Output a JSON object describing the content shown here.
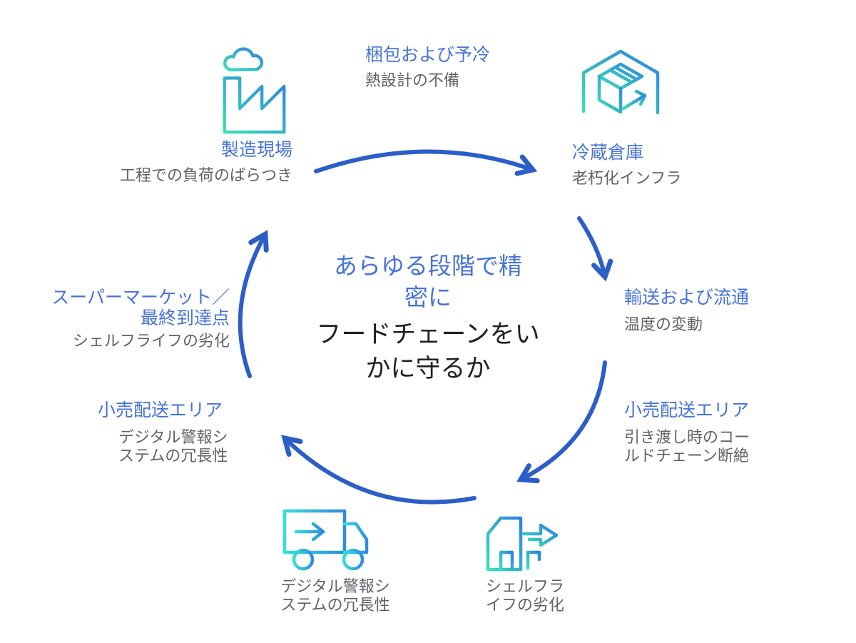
{
  "diagram": {
    "center": {
      "title_lines": [
        "あらゆる段階で精",
        "密に"
      ],
      "subtitle_lines": [
        "フードチェーンをい",
        "かに守るか"
      ]
    },
    "nodes": {
      "manufacturing": {
        "title": "製造現場",
        "subtitle": "工程での負荷のばらつき",
        "icon": "factory-icon"
      },
      "packing_precooling": {
        "title": "梱包および予冷",
        "subtitle": "熱設計の不備"
      },
      "cold_storage": {
        "title": "冷蔵倉庫",
        "subtitle": "老朽化インフラ",
        "icon": "parcel-box-icon"
      },
      "transport": {
        "title": "輸送および流通",
        "subtitle": "温度の変動"
      },
      "retail_delivery_right": {
        "title": "小売配送エリア",
        "subtitle_lines": [
          "引き渡し時のコー",
          "ルドチェーン断絶"
        ]
      },
      "shelf_life": {
        "label_lines": [
          "シェルフラ",
          "イフの劣化"
        ],
        "icon": "house-export-icon"
      },
      "alert_system": {
        "label_lines": [
          "デジタル警報シ",
          "ステムの冗長性"
        ],
        "icon": "delivery-truck-icon"
      },
      "retail_delivery_left": {
        "title": "小売配送エリア",
        "subtitle_lines": [
          "デジタル警報シ",
          "ステムの冗長性"
        ]
      },
      "supermarket": {
        "title_lines": [
          "スーパーマーケット／",
          "最終到達点"
        ],
        "subtitle": "シェルフライフの劣化"
      }
    },
    "colors": {
      "heading_blue": "#4673d8",
      "body_gray": "#5f6368",
      "center_dark": "#202124",
      "arrow_blue": "#2c5ec8",
      "icon_teal": "#3bdfb4",
      "icon_blue": "#2e82e2",
      "background": "#ffffff"
    }
  }
}
